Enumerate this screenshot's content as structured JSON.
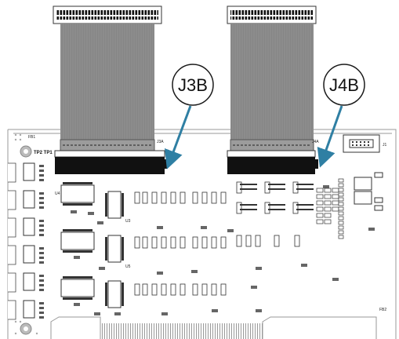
{
  "callouts": {
    "left": {
      "label": "J3B"
    },
    "right": {
      "label": "J4B"
    }
  },
  "silkscreen": {
    "testpoints": "TP2 TP1",
    "fb1": "FB1",
    "fb2": "FB2",
    "j3": "J3A",
    "j4": "J4A",
    "j1": "J1",
    "u3": "U3",
    "u4": "U4",
    "u5": "U5"
  },
  "colors": {
    "board_outline": "#9a9a9a",
    "ribbon_fill": "#8c8c8c",
    "connector_dark": "#111111",
    "callout_arrow": "#2f7fa3",
    "callout_circle": "#1a1a1a"
  }
}
